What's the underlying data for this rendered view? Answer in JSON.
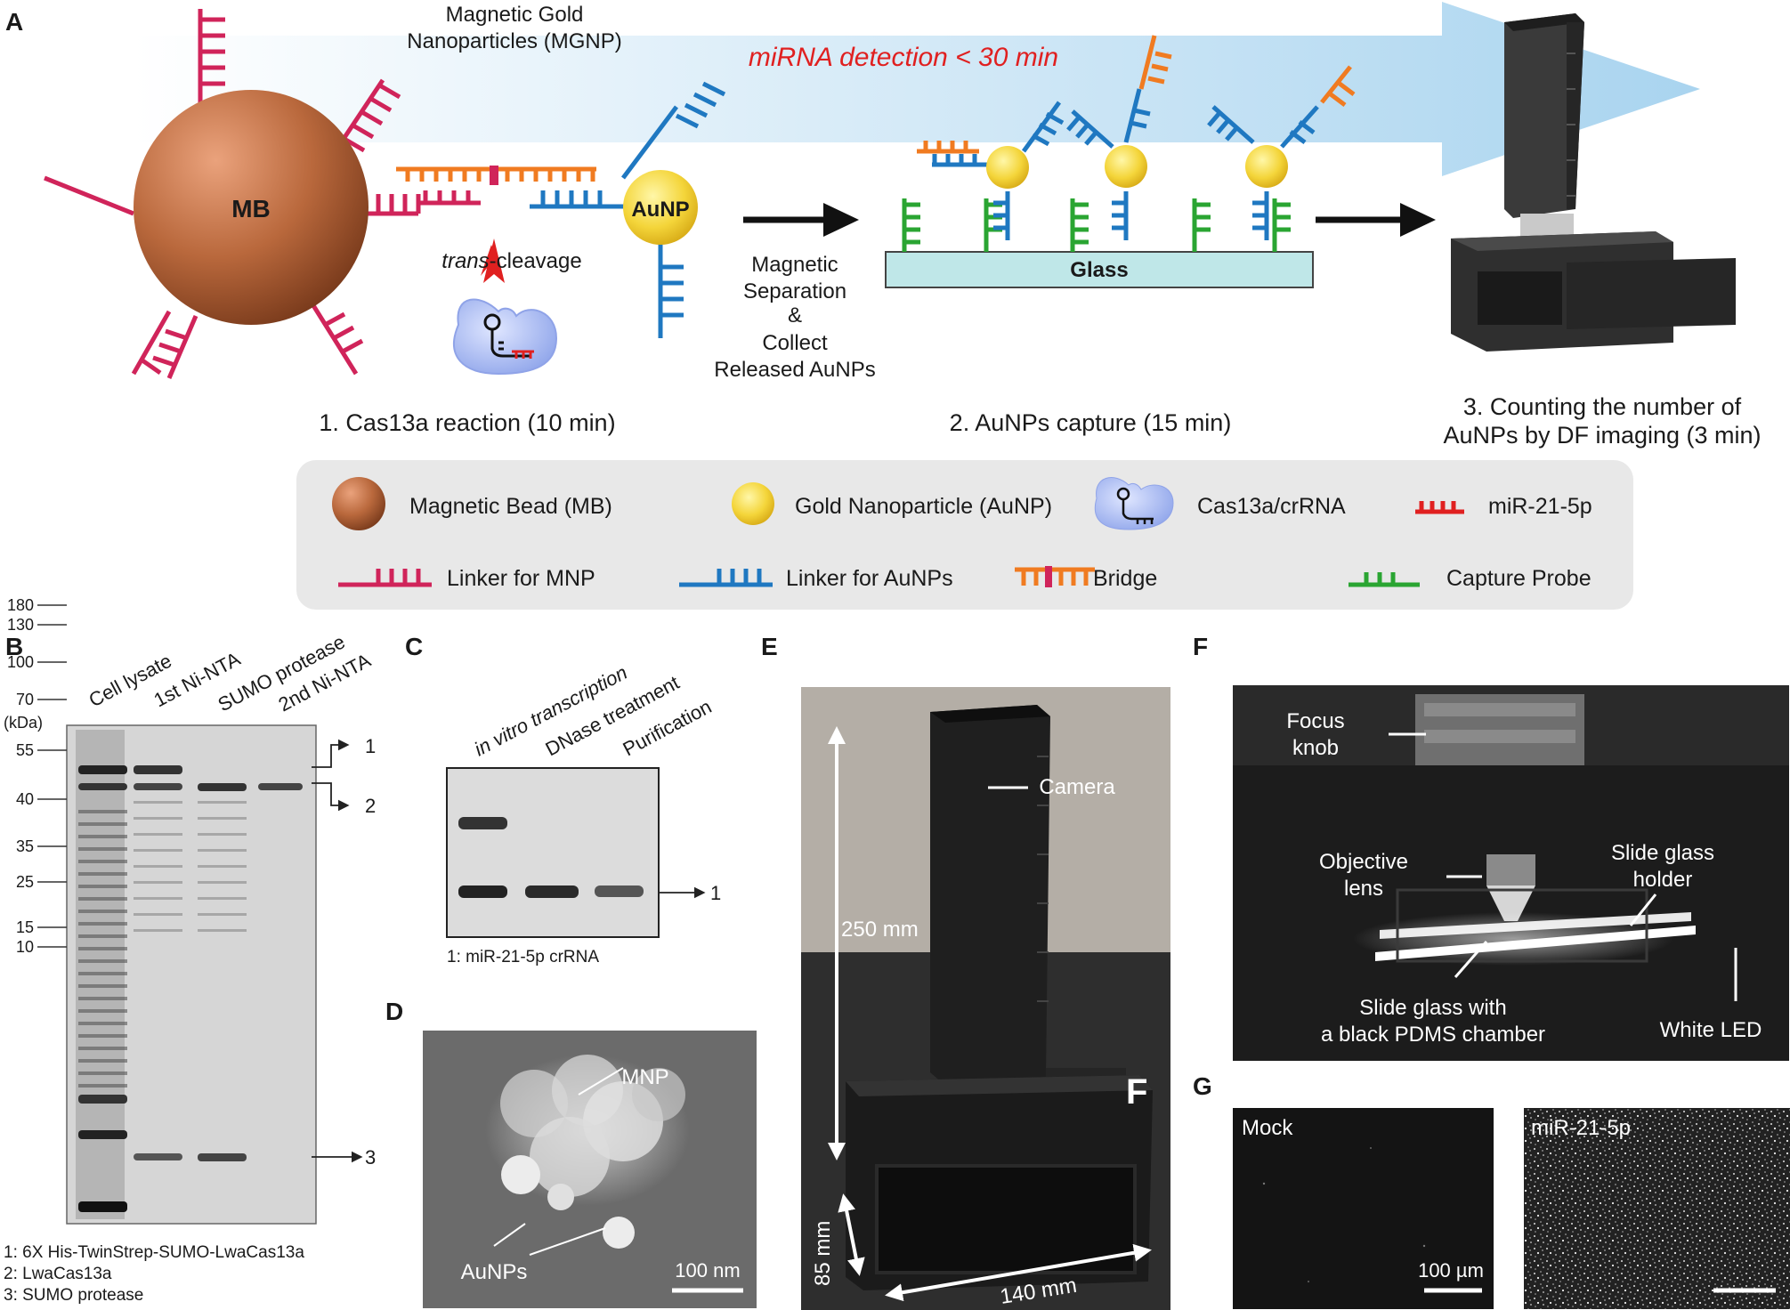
{
  "panels": {
    "a": "A",
    "b": "B",
    "c": "C",
    "d": "D",
    "e": "E",
    "f": "F",
    "g": "G"
  },
  "panel_a": {
    "detection_time": "miRNA detection < 30 min",
    "mgnp_label_1": "Magnetic Gold",
    "mgnp_label_2": "Nanoparticles (MGNP)",
    "bead_label": "MB",
    "aunp_label": "AuNP",
    "cleavage_italic": "trans",
    "cleavage_rest": "-cleavage",
    "separation_lines": [
      "Magnetic",
      "Separation",
      "&",
      "Collect",
      "Released AuNPs"
    ],
    "glass_label": "Glass",
    "steps": [
      "1. Cas13a reaction (10 min)",
      "2. AuNPs capture (15 min)"
    ],
    "step3_lines": [
      "3. Counting the number of",
      "AuNPs by DF imaging (3 min)"
    ]
  },
  "legend": [
    "Magnetic Bead (MB)",
    "Gold Nanoparticle (AuNP)",
    "Cas13a/crRNA",
    "miR-21-5p",
    "Linker for MNP",
    "Linker for AuNPs",
    "Bridge",
    "Capture Probe"
  ],
  "panel_b": {
    "lanes": [
      "Cell lysate",
      "1st Ni-NTA",
      "SUMO protease",
      "2nd Ni-NTA"
    ],
    "unit": "(kDa)",
    "markers": [
      "180",
      "130",
      "100",
      "70",
      "55",
      "40",
      "35",
      "25",
      "15",
      "10"
    ],
    "callouts": [
      "1",
      "2",
      "3"
    ],
    "footnotes": [
      "1: 6X His-TwinStrep-SUMO-LwaCas13a",
      "2: LwaCas13a",
      "3: SUMO protease"
    ]
  },
  "panel_c": {
    "lanes": [
      "in vitro transcription",
      "DNase treatment",
      "Purification"
    ],
    "callout": "1",
    "footnote": "1: miR-21-5p crRNA"
  },
  "panel_d": {
    "mnp_label": "MNP",
    "aunp_label": "AuNPs",
    "scale_label": "100 nm"
  },
  "panel_e": {
    "camera_label": "Camera",
    "f_marker": "F",
    "height_label": "250 mm",
    "depth_label": "85 mm",
    "width_label": "140 mm"
  },
  "panel_f": {
    "labels": [
      "Focus",
      "knob",
      "Objective",
      "lens",
      "Slide glass",
      "holder",
      "Slide glass with",
      "a black PDMS chamber",
      "White LED"
    ]
  },
  "panel_g": {
    "mock_label": "Mock",
    "mirna_label": "miR-21-5p",
    "scale_label": "100 µm"
  }
}
